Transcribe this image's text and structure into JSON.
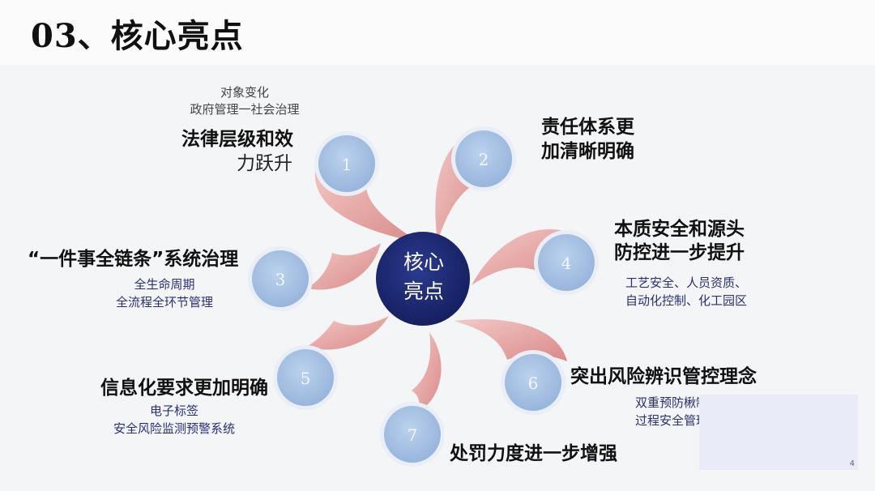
{
  "header": {
    "title": "03、核心亮点"
  },
  "center": {
    "line1": "核心",
    "line2": "亮点"
  },
  "nodes": [
    {
      "number": "1",
      "title_line1": "法律层级和效",
      "title_line2": "力跃升",
      "sub_line1": "对象变化",
      "sub_line2": "政府管理一社会治理"
    },
    {
      "number": "2",
      "title_line1": "责任体系更",
      "title_line2": "加清晰明确"
    },
    {
      "number": "3",
      "title_line1": "“一件事全链条”系统治理",
      "sub_line1": "全生命周期",
      "sub_line2": "全流程全环节管理"
    },
    {
      "number": "4",
      "title_line1": "本质安全和源头",
      "title_line2": "防控进一步提升",
      "sub_line1": "工艺安全、人员资质、",
      "sub_line2": "自动化控制、化工园区"
    },
    {
      "number": "5",
      "title_line1": "信息化要求更加明确",
      "sub_line1": "电子标签",
      "sub_line2": "安全风险监测预警系统"
    },
    {
      "number": "6",
      "title_line1": "突出风险辨识管控理念",
      "sub_line1": "双重预防楸制",
      "sub_line2": "过程安全管理"
    },
    {
      "number": "7",
      "title_line1": "处罚力度进一步增强"
    }
  ],
  "corner_mark": "4",
  "colors": {
    "center": "#1c2870",
    "node": "#a9c3e4",
    "swirl": "#e8a5a3",
    "sub_text": "#2a2f7a"
  }
}
